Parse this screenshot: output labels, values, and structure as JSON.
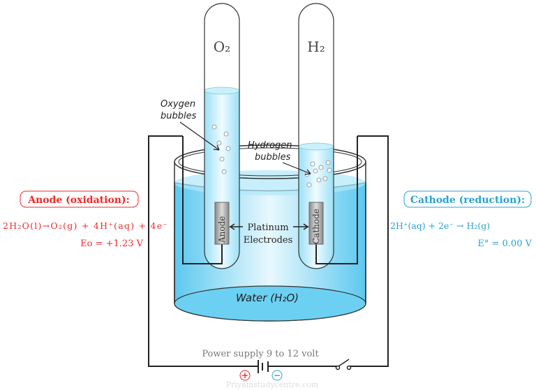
{
  "colors": {
    "anode": "#ee2a2a",
    "cathode": "#29a3cf",
    "water": "#8fdcf5",
    "wire": "#222222"
  },
  "tubes": {
    "left": "O₂",
    "right": "H₂"
  },
  "labels": {
    "oxygen_bubbles": [
      "Oxygen",
      "bubbles"
    ],
    "hydrogen_bubbles": [
      "Hydrogen",
      "bubbles"
    ],
    "platinum": [
      "Platinum",
      "Electrodes"
    ],
    "anode_electrode": "Anode",
    "cathode_electrode": "Cathode",
    "water": "Water (H₂O)",
    "power_supply": "Power supply 9 to 12 volt",
    "plus": "+",
    "minus": "−",
    "watermark": "Priyamstudycentre.com"
  },
  "anode": {
    "title": "Anode (oxidation):",
    "equation": "2H₂O(l)→O₂(g) + 4H⁺(aq) + 4e⁻",
    "potential": "Eo = +1.23 V"
  },
  "cathode": {
    "title": "Cathode (reduction):",
    "equation": "2H⁺(aq) + 2e⁻ → H₂(g)",
    "potential": "E° = 0.00 V"
  }
}
